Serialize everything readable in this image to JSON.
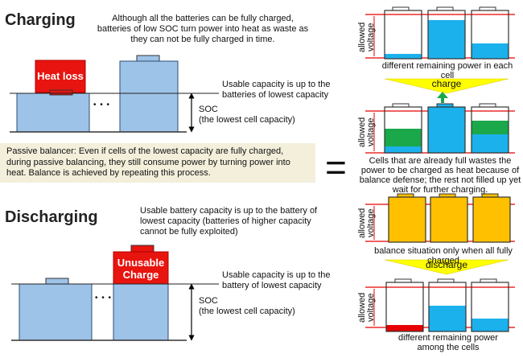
{
  "charging": {
    "title": "Charging",
    "desc": "Although all the batteries can be fully charged, batteries of low SOC turn power into heat as waste as they can not be fully charged in time.",
    "heat_loss": "Heat loss",
    "usable": "Usable capacity is up to the batteries of lowest capacity",
    "soc": "SOC\n(the lowest cell capacity)",
    "ellipsis": "• • •"
  },
  "passive_note": "Passive balancer: Even if cells of the lowest capacity are fully charged, during passive balancing, they still consume power by turning power into heat. Balance is achieved by repeating this process.",
  "equals": "=",
  "discharging": {
    "title": "Discharging",
    "desc": "Usable battery capacity is up to the battery of lowest capacity (batteries of higher capacity cannot be fully exploited)",
    "unusable": "Unusable Charge",
    "usable": "Usable capacity is up to the battery of lowest capacity",
    "soc": "SOC\n(the lowest cell capacity)",
    "ellipsis": "• • •"
  },
  "right": {
    "allowed_voltage": "allowed\nvoltage",
    "cap1": "different remaining power in each cell",
    "charge_label": "charge",
    "cap2": "Cells that are already full wastes the power to be charged as heat because of balance defense; the rest not filled up yet wait for further charging.",
    "cap3": "balance situation only when all fully charged",
    "discharge_label": "discharge",
    "cap4": "different remaining power among the cells"
  },
  "colors": {
    "cell_blue": "#9ec3e8",
    "cell_edge": "#2f4d70",
    "heat_red": "#e8140f",
    "panel_blue": "#1bb1ec",
    "panel_green": "#1aa84a",
    "panel_orange": "#ffc000",
    "limit_red": "#e60000",
    "arrow_yellow": "#fffe00",
    "arrow_green": "#1aa84a"
  }
}
